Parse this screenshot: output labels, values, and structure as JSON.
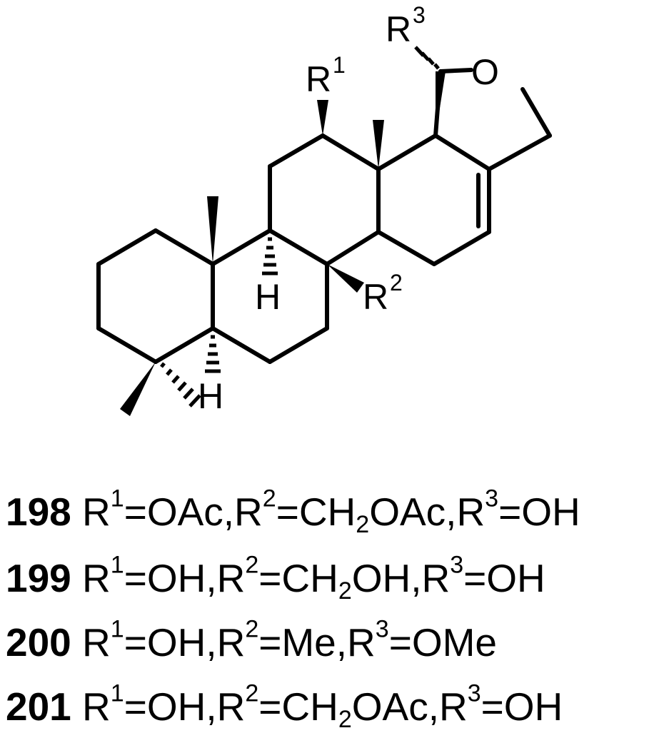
{
  "structure": {
    "labels": {
      "r1": {
        "base": "R",
        "sup": "1"
      },
      "r2": {
        "base": "R",
        "sup": "2"
      },
      "r3": {
        "base": "R",
        "sup": "3"
      },
      "oxygen": "O",
      "h_ring_junction": "H",
      "h_a_ring": "H"
    }
  },
  "compounds": [
    {
      "id": "198",
      "r1": "OAc",
      "r2": "CH",
      "r2_sub": "2",
      "r2_tail": "OAc",
      "r3": "OH"
    },
    {
      "id": "199",
      "r1": "OH",
      "r2": "CH",
      "r2_sub": "2",
      "r2_tail": "OH",
      "r3": "OH"
    },
    {
      "id": "200",
      "r1": "OH",
      "r2": "Me",
      "r2_sub": "",
      "r2_tail": "",
      "r3": "OMe"
    },
    {
      "id": "201",
      "r1": "OH",
      "r2": "CH",
      "r2_sub": "2",
      "r2_tail": "OAc",
      "r3": "OH"
    }
  ]
}
